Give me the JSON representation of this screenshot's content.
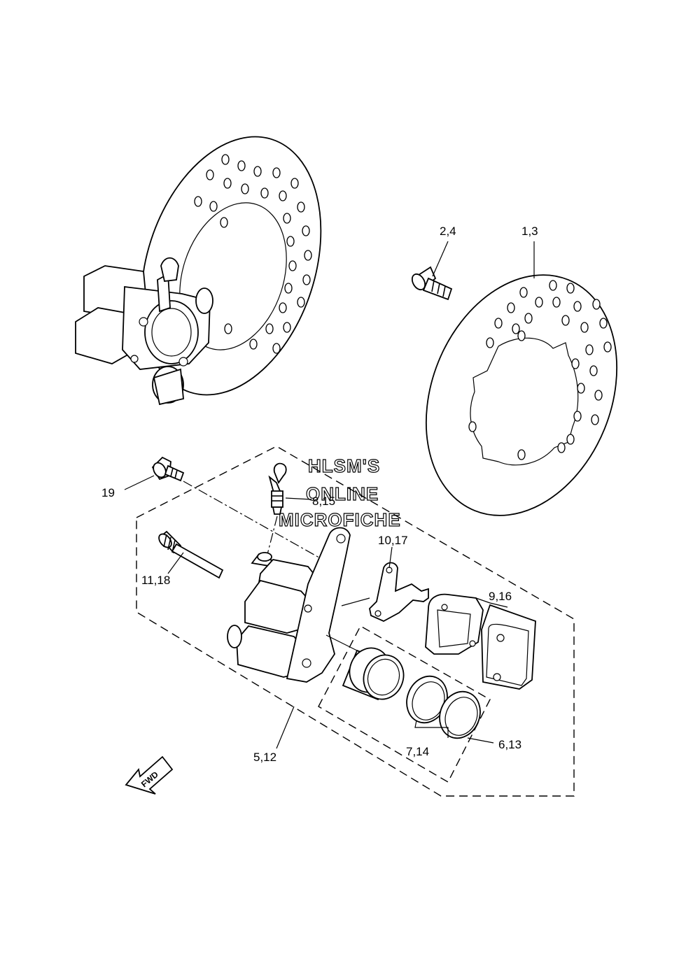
{
  "labels": {
    "l_2_4": "2,4",
    "l_1_3": "1,3",
    "l_19": "19",
    "l_8_15": "8,15",
    "l_10_17": "10,17",
    "l_11_18": "11,18",
    "l_9_16": "9,16",
    "l_5_12": "5,12",
    "l_7_14": "7,14",
    "l_6_13": "6,13"
  },
  "watermark": {
    "line1": "HLSM'S",
    "line2": "ONLINE",
    "line3": "MICROFICHE"
  },
  "fwd_label": "FWD"
}
